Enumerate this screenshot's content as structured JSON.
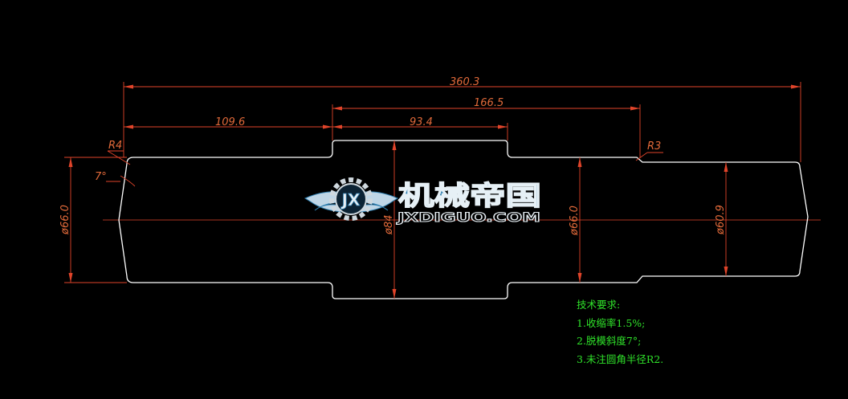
{
  "drawing": {
    "colors": {
      "background": "#000000",
      "outline": "#ffffff",
      "dimension": "#e0442a",
      "notes": "#2fe22a",
      "logo_blue": "#2f7fb0"
    },
    "dimensions": {
      "overall_length": "360.3",
      "middle_to_end": "166.5",
      "left_section": "109.6",
      "middle_section": "93.4",
      "dia_left": "ø66.0",
      "dia_middle": "ø84",
      "dia_right_shoulder": "ø66.0",
      "dia_right_end": "ø60.9",
      "radius_left": "R4",
      "radius_right": "R3",
      "draft_angle": "7°"
    },
    "watermark": {
      "chinese": "机械帝国",
      "url": "JXDIGUO.COM",
      "emblem_letters": "JX"
    }
  },
  "notes": {
    "title": "技术要求:",
    "items": [
      "1.收缩率1.5%;",
      "2.脱模斜度7°;",
      "3.未注圆角半径R2."
    ]
  }
}
